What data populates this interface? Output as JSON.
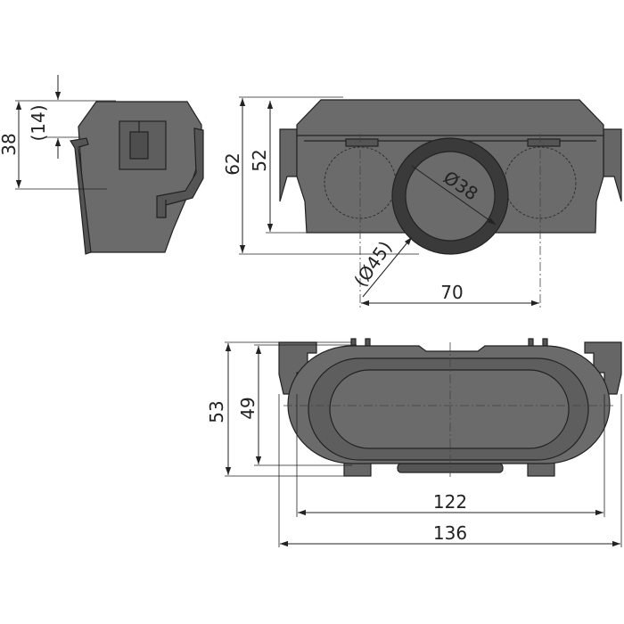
{
  "colors": {
    "body": "#6b6b6b",
    "body_dark": "#555555",
    "body_light": "#7a7a7a",
    "ring": "#3a3a3a",
    "line": "#222222"
  },
  "side_view": {
    "dim_height": "38",
    "dim_offset": "(14)"
  },
  "front_view": {
    "dim_total_height": "62",
    "dim_body_height": "52",
    "dim_inner_diameter": "Ø38",
    "dim_outer_diameter": "(Ø45)",
    "dim_outlet_spacing": "70"
  },
  "top_view": {
    "dim_outer_height": "53",
    "dim_inner_height": "49",
    "dim_inner_width": "122",
    "dim_total_width": "136"
  }
}
